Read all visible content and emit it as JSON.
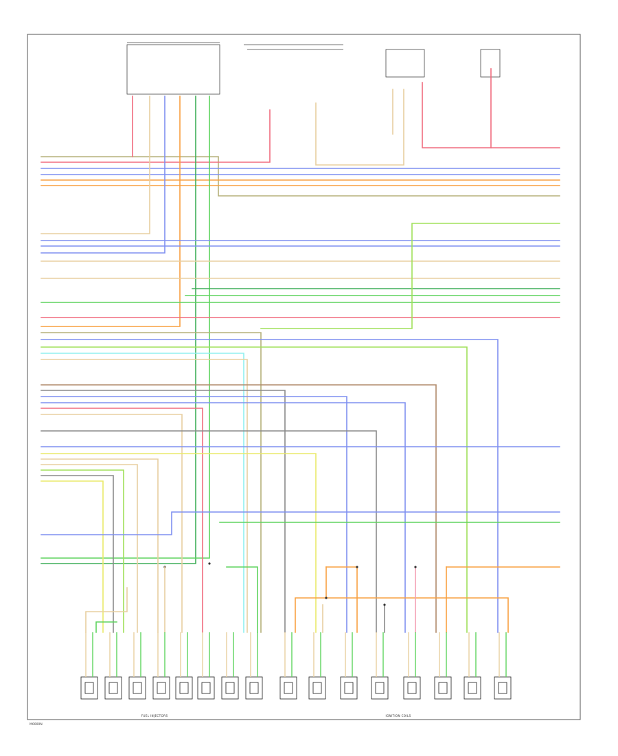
{
  "diagram_code": "M0000N",
  "sections": {
    "fuel_injectors": "FUEL INJECTORS",
    "ignition_coils": "IGNITION COILS"
  },
  "colors": {
    "red": "#f06c7e",
    "pink": "#f3a0b4",
    "blue": "#7f8ff0",
    "orange": "#f8a040",
    "tan": "#e8cfa0",
    "green": "#5ed45e",
    "darkgreen": "#3fae58",
    "yellow": "#eaea6a",
    "cyan": "#8ff0f0",
    "gray": "#8a8a8a",
    "brown": "#b08a6a",
    "lime": "#a0e05a",
    "olive": "#b5b07a"
  }
}
